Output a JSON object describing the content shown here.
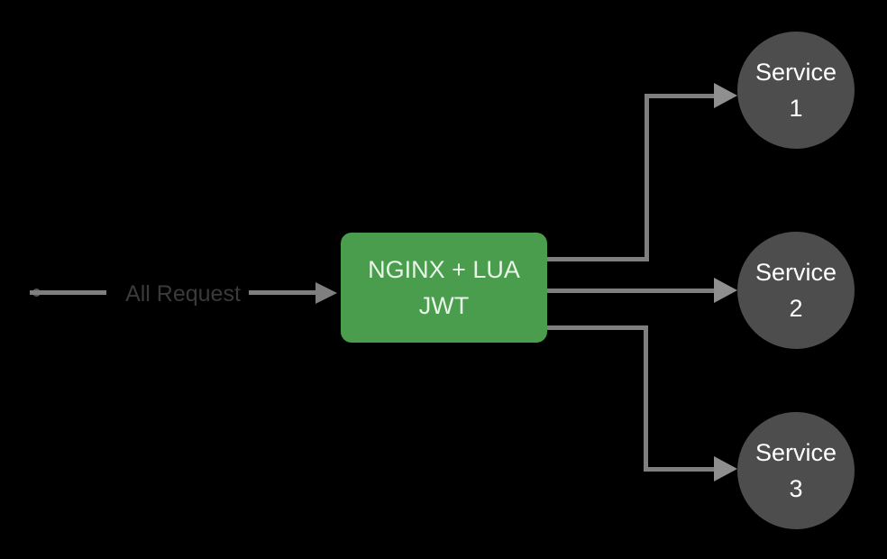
{
  "colors": {
    "background": "#000000",
    "line": "#7f7f7f",
    "arrowhead": "#8f8f8f",
    "gateway_fill": "#4a9d4c",
    "gateway_text": "#e8f5e9",
    "service_fill": "#4d4d4d",
    "service_text": "#ffffff",
    "edge_label_text": "#3a3a3a"
  },
  "edge": {
    "label": "All Request"
  },
  "gateway": {
    "line1": "NGINX  + LUA",
    "line2": "JWT"
  },
  "services": [
    {
      "label": "Service",
      "number": "1"
    },
    {
      "label": "Service",
      "number": "2"
    },
    {
      "label": "Service",
      "number": "3"
    }
  ]
}
